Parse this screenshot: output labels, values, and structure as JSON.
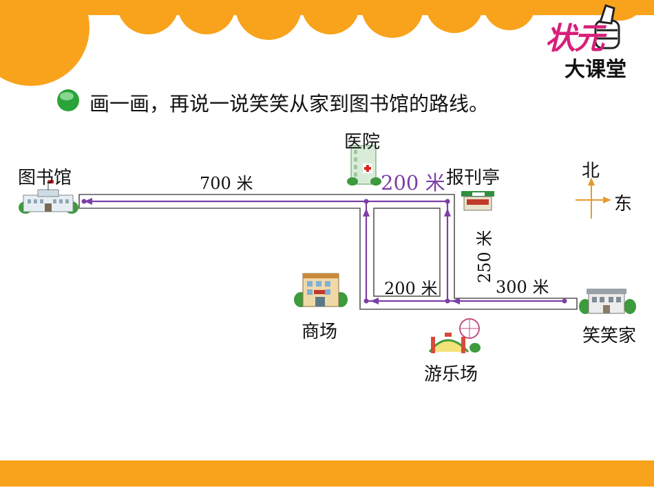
{
  "question": "画一画，再说一说笑笑从家到图书馆的路线。",
  "logo": {
    "line1": "状元",
    "line2": "大课堂"
  },
  "places": {
    "library": "图书馆",
    "hospital": "医院",
    "newsstand": "报刊亭",
    "mall": "商场",
    "park": "游乐场",
    "home": "笑笑家"
  },
  "distances": {
    "library_to_hospital": "700 米",
    "hospital_to_newsstand": "200 米",
    "newsstand_to_park": "250 米",
    "park_to_home": "300 米",
    "mall_to_park": "200 米"
  },
  "compass": {
    "north": "北",
    "east": "东"
  },
  "colors": {
    "accent": "#f9a21b",
    "route": "#7b3fa6",
    "bullet": "#2aa33a",
    "road": "#555555"
  }
}
